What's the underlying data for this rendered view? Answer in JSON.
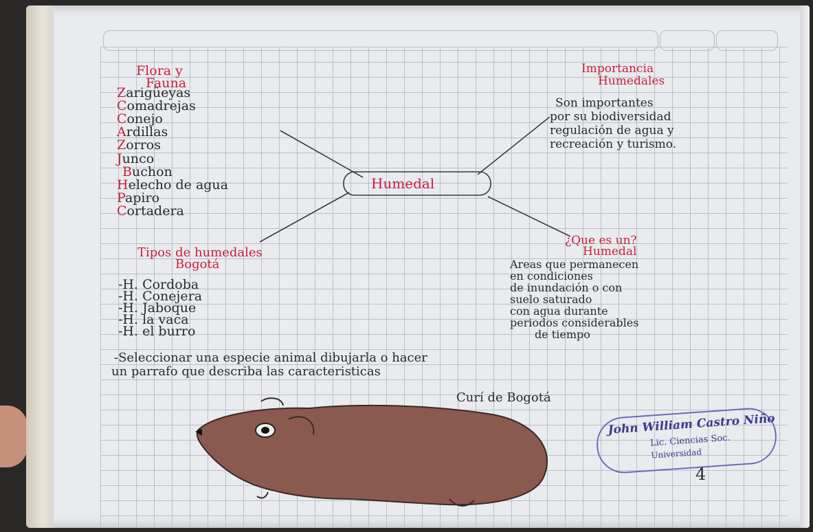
{
  "flora_fauna": {
    "title_line1": "Flora y",
    "title_line2": "Fauna",
    "animals": [
      "Zarigüeyas",
      "Comadrejas",
      "Conejo",
      "Ardillas",
      "Zorros"
    ],
    "plants": [
      "Junco",
      "Buchon",
      "Helecho de agua",
      "Papiro",
      "Cortadera"
    ]
  },
  "importancia": {
    "title_line1": "Importancia",
    "title_line2": "Humedales",
    "text_lines": [
      "Son importantes",
      "por su biodiversidad",
      "regulación de agua y",
      "recreación y turismo."
    ]
  },
  "center": {
    "label": "Humedal"
  },
  "tipos": {
    "title_line1": "Tipos de humedales",
    "title_line2": "Bogotá",
    "items": [
      "-H. Cordoba",
      "-H. Conejera",
      "-H. Jaboque",
      "-H. la vaca",
      "-H. el burro"
    ]
  },
  "que_es": {
    "title_line1": "¿Que es un?",
    "title_line2": "Humedal",
    "text_lines": [
      "Areas que permanecen",
      "en condiciones",
      "de inundación o con",
      "suelo saturado",
      "con agua durante",
      "periodos considerables",
      "de tiempo"
    ]
  },
  "instruction": {
    "line1": "-Seleccionar una especie animal dibujarla o hacer",
    "line2": "un parrafo que describa las caracteristicas"
  },
  "drawing": {
    "caption": "Curí de Bogotá",
    "body_color": "#8b5a4e"
  },
  "stamp": {
    "name": "John William Castro Niño",
    "line2": "Lic. Ciencias Soc.",
    "line3": "Universidad"
  },
  "grade": {
    "mark": "4"
  },
  "colors": {
    "red_ink": "#c8203a",
    "pencil": "#2a2a2a",
    "paper": "#e9ebef",
    "grid": "#b9bfca",
    "stamp_ink": "#3c3c9a"
  }
}
